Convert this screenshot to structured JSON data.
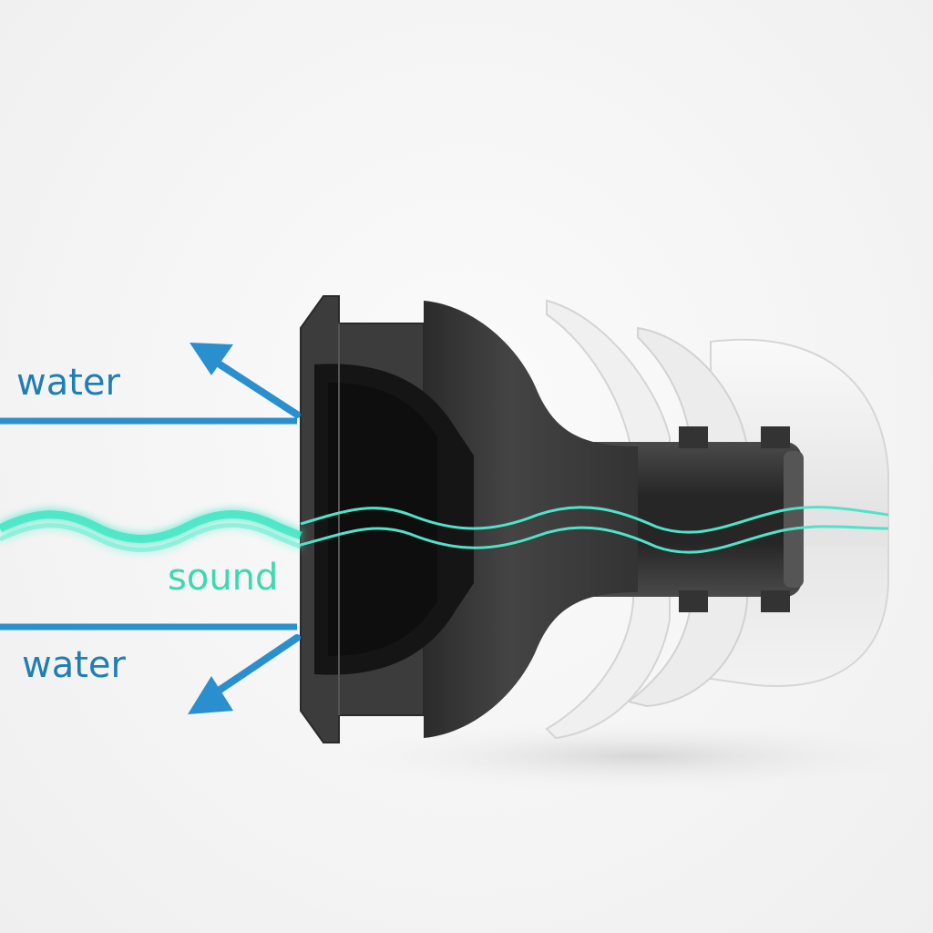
{
  "labels": {
    "water_top": "water",
    "sound": "sound",
    "water_bottom": "water"
  },
  "colors": {
    "water": "#2a8fcf",
    "water_text": "#1f7fb3",
    "sound": "#3ee6c4",
    "sound_text": "#3cd9b0",
    "earplug_dark": "#3a3a3a",
    "earplug_shell": "#e6e6e6",
    "background": "#f5f5f5"
  },
  "icons": {
    "arrow_up": "arrow-up-left-icon",
    "arrow_down": "arrow-down-left-icon"
  }
}
